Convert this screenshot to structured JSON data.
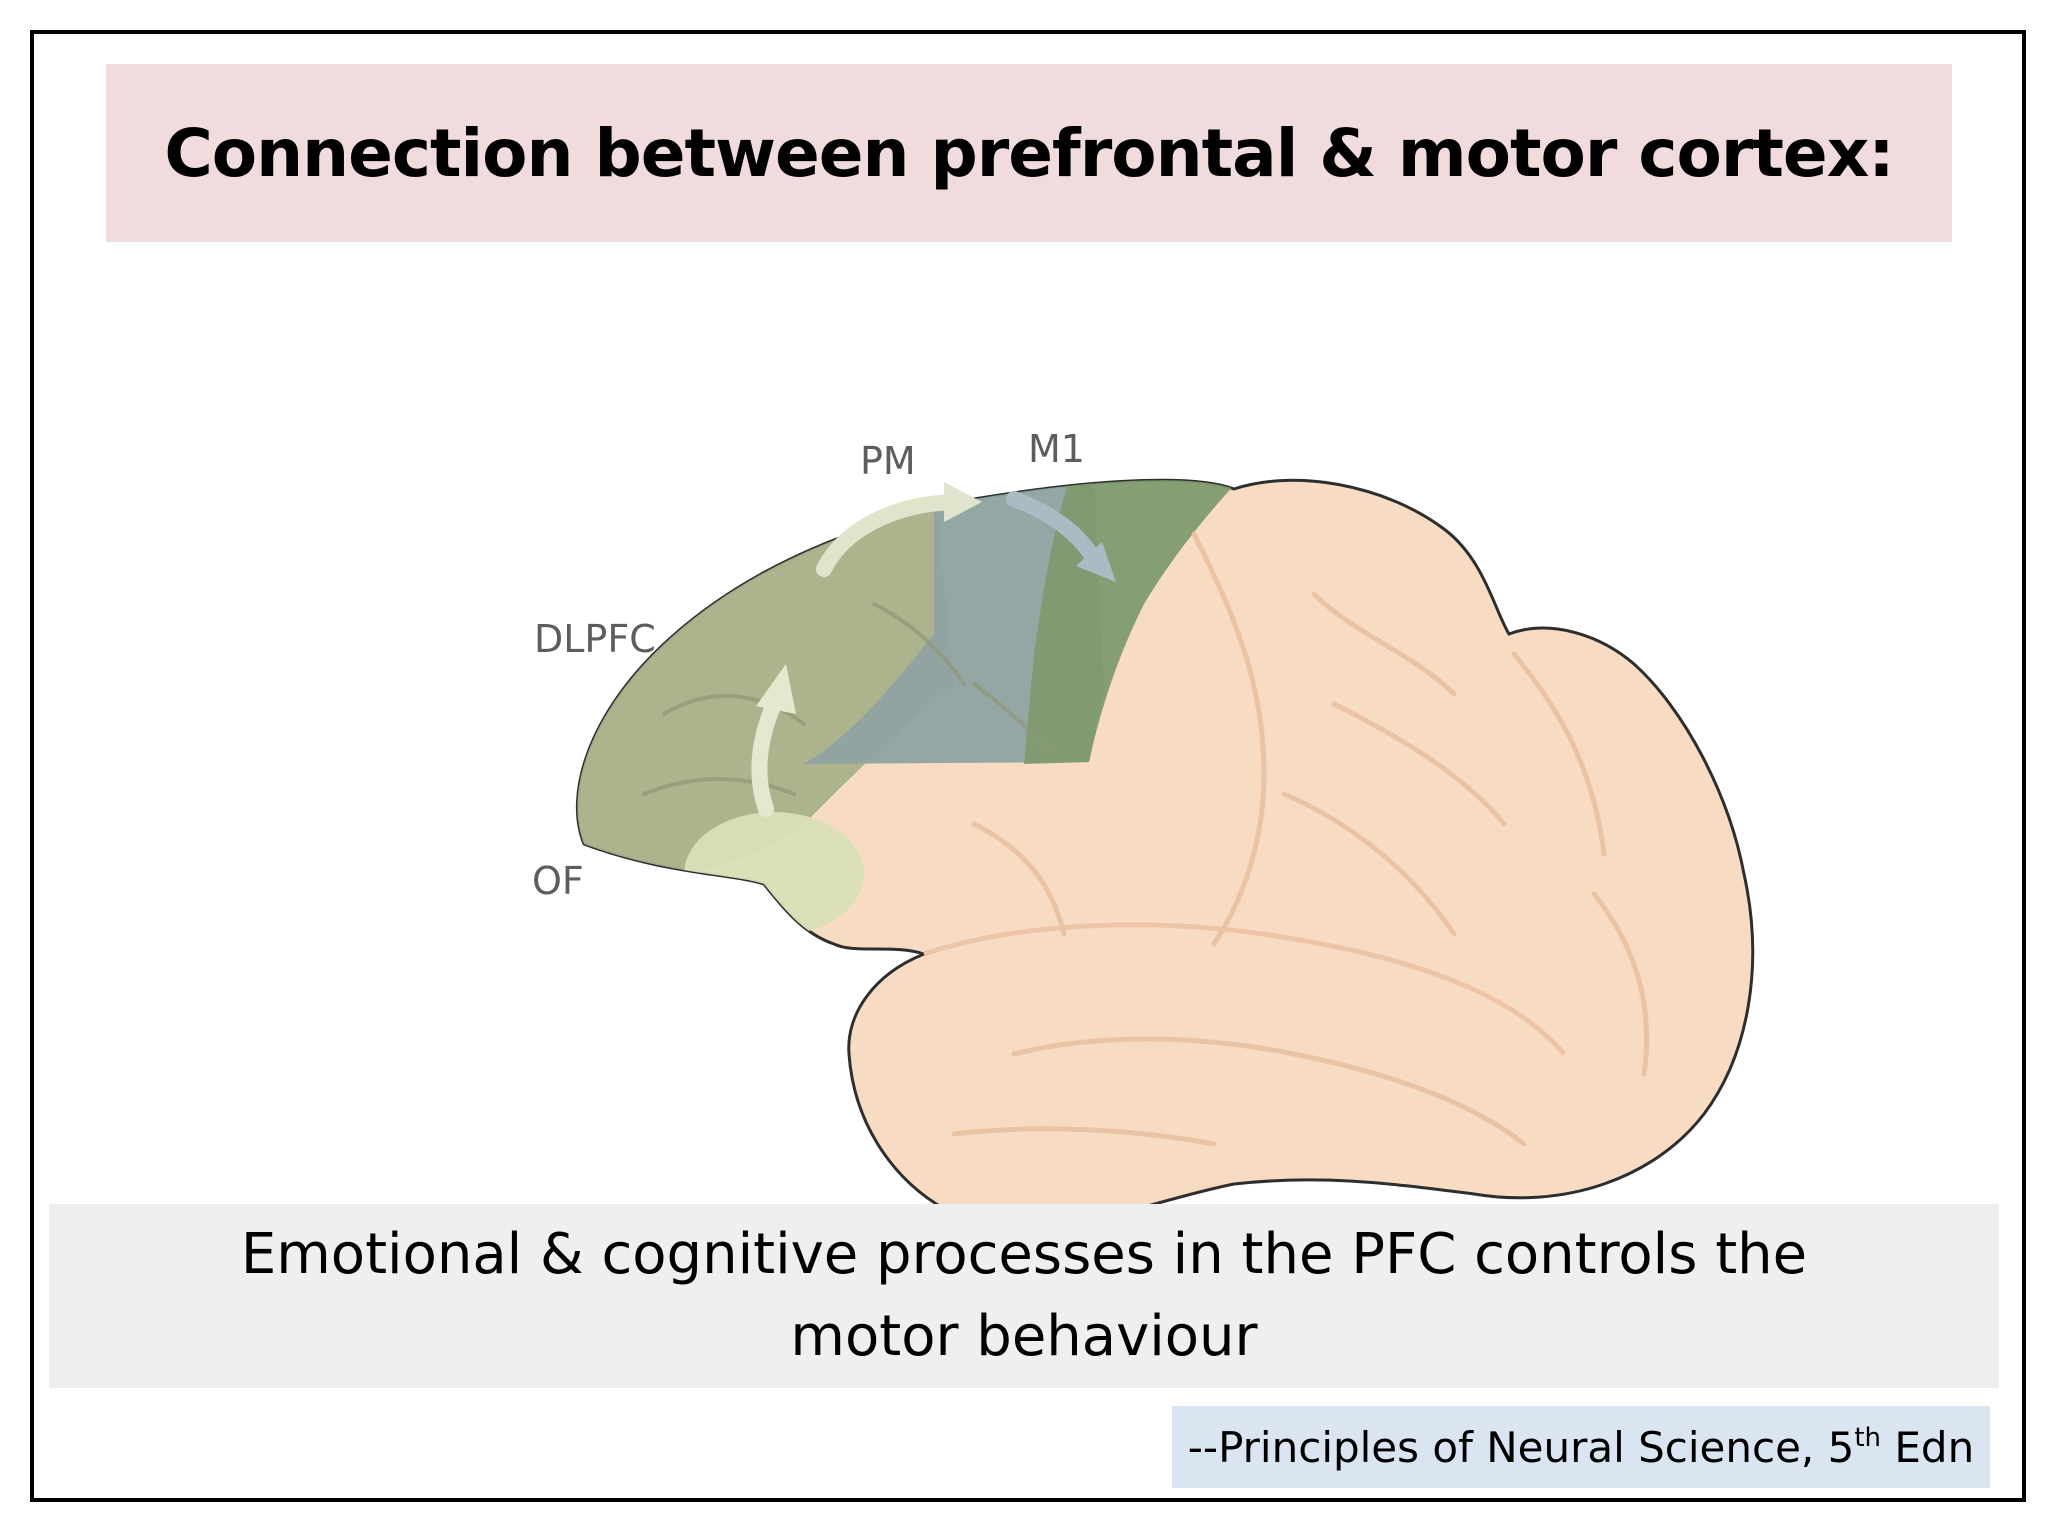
{
  "title": "Connection between prefrontal & motor cortex:",
  "diagram": {
    "labels": {
      "pm": "PM",
      "m1": "M1",
      "dlpfc": "DLPFC",
      "of": "OF"
    },
    "colors": {
      "brain": "#f7dcc3",
      "prefrontal": "#a8b08a",
      "premotor": "#8fa3a2",
      "motor": "#7e9a6f",
      "orbitofrontal": "#d9dfb8"
    }
  },
  "caption": "Emotional & cognitive processes in the PFC controls the motor behaviour",
  "reference": {
    "prefix": "--Principles of Neural Science, 5",
    "superscript": "th",
    "suffix": " Edn"
  }
}
